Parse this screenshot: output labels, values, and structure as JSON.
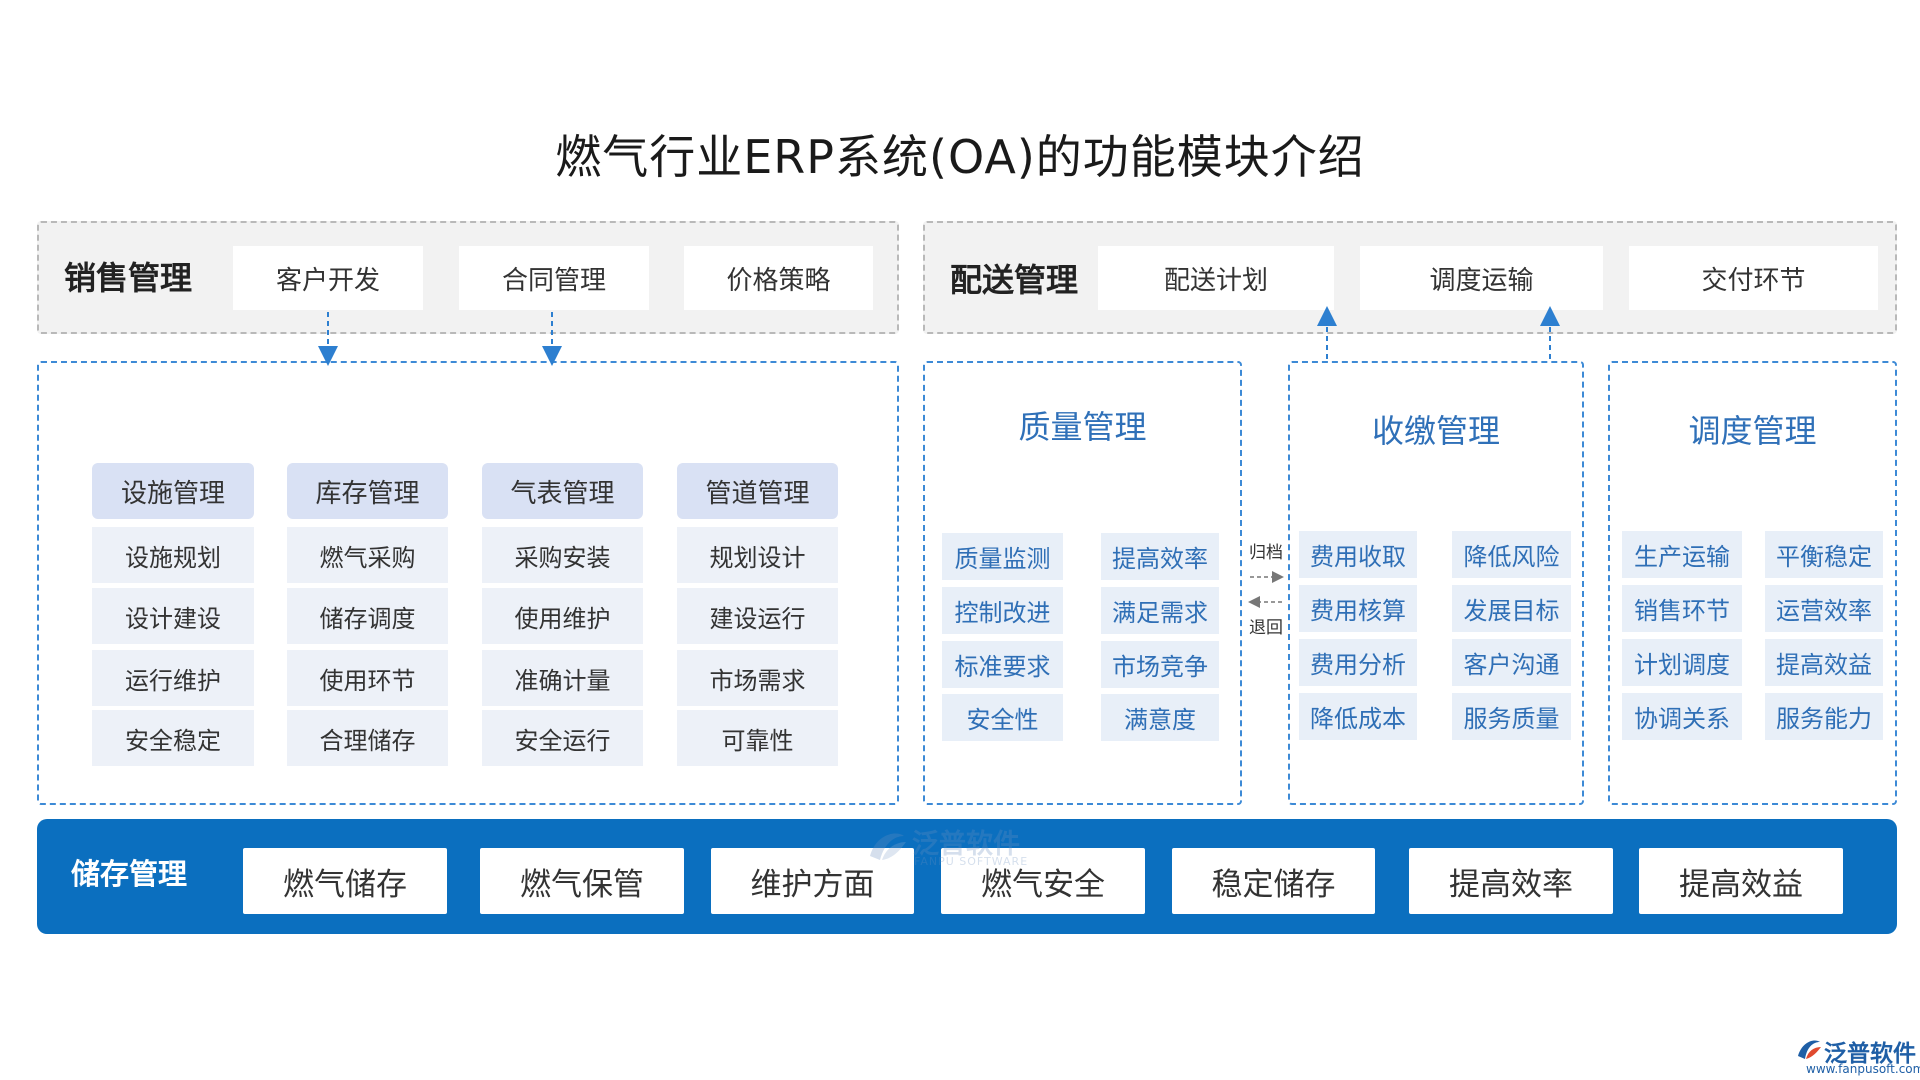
{
  "title": "燃气行业ERP系统(OA)的功能模块介绍",
  "sales": {
    "label": "销售管理",
    "items": [
      "客户开发",
      "合同管理",
      "价格策略"
    ]
  },
  "distribution": {
    "label": "配送管理",
    "items": [
      "配送计划",
      "调度运输",
      "交付环节"
    ]
  },
  "facilities": {
    "columns": [
      {
        "header": "设施管理",
        "items": [
          "设施规划",
          "设计建设",
          "运行维护",
          "安全稳定"
        ]
      },
      {
        "header": "库存管理",
        "items": [
          "燃气采购",
          "储存调度",
          "使用环节",
          "合理储存"
        ]
      },
      {
        "header": "气表管理",
        "items": [
          "采购安装",
          "使用维护",
          "准确计量",
          "安全运行"
        ]
      },
      {
        "header": "管道管理",
        "items": [
          "规划设计",
          "建设运行",
          "市场需求",
          "可靠性"
        ]
      }
    ]
  },
  "quality": {
    "title": "质量管理",
    "items": [
      [
        "质量监测",
        "提高效率"
      ],
      [
        "控制改进",
        "满足需求"
      ],
      [
        "标准要求",
        "市场竞争"
      ],
      [
        "安全性",
        "满意度"
      ]
    ]
  },
  "flow": {
    "archive": "归档",
    "return": "退回"
  },
  "payment": {
    "title": "收缴管理",
    "items": [
      [
        "费用收取",
        "降低风险"
      ],
      [
        "费用核算",
        "发展目标"
      ],
      [
        "费用分析",
        "客户沟通"
      ],
      [
        "降低成本",
        "服务质量"
      ]
    ]
  },
  "scheduling": {
    "title": "调度管理",
    "items": [
      [
        "生产运输",
        "平衡稳定"
      ],
      [
        "销售环节",
        "运营效率"
      ],
      [
        "计划调度",
        "提高效益"
      ],
      [
        "协调关系",
        "服务能力"
      ]
    ]
  },
  "storage": {
    "label": "储存管理",
    "items": [
      "燃气储存",
      "燃气保管",
      "维护方面",
      "燃气安全",
      "稳定储存",
      "提高效率",
      "提高效益"
    ]
  },
  "watermark": {
    "name": "泛普软件",
    "sub": "FANPU SOFTWARE"
  },
  "logo": {
    "name": "泛普软件",
    "url": "www.fanpusoft.com",
    "icon": "fanpu-logo-icon"
  },
  "colors": {
    "storage_bar": "#0b6fbf",
    "dashed_border_blue": "#3d8ad6",
    "dashed_border_gray": "#b9b9b9",
    "module_title_blue": "#2f70b8",
    "header_fill": "#d9e1f4",
    "cell_fill": "#edf1f8",
    "top_box_fill": "#f2f2f2"
  }
}
